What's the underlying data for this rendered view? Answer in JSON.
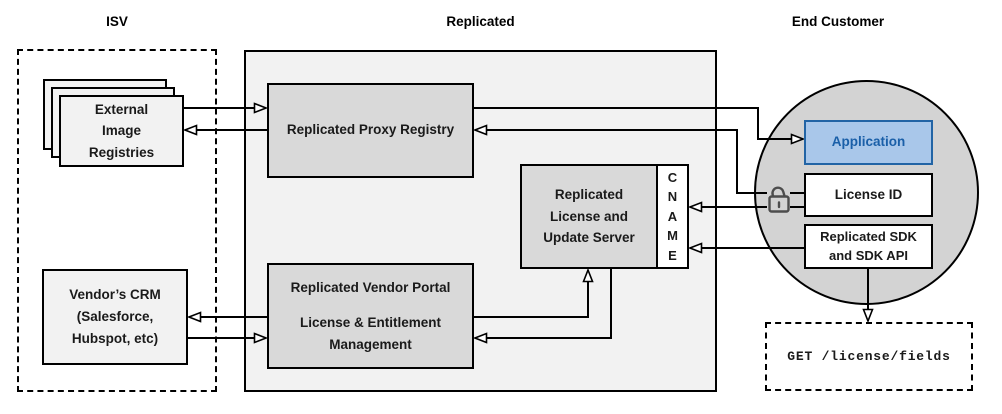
{
  "sections": {
    "isv": {
      "label": "ISV"
    },
    "replicated": {
      "label": "Replicated"
    },
    "end_customer": {
      "label": "End Customer"
    }
  },
  "nodes": {
    "external_registries": {
      "lines": [
        "External",
        "Image",
        "Registries"
      ]
    },
    "vendor_crm": {
      "lines": [
        "Vendor’s CRM",
        "(Salesforce,",
        "Hubspot, etc)"
      ]
    },
    "proxy_registry": {
      "label": "Replicated Proxy Registry"
    },
    "vendor_portal": {
      "title": "Replicated Vendor Portal",
      "subtitle_line1": "License & Entitlement",
      "subtitle_line2": "Management"
    },
    "license_server": {
      "lines": [
        "Replicated",
        "License and",
        "Update Server"
      ]
    },
    "cname": {
      "letters": [
        "C",
        "N",
        "A",
        "M",
        "E"
      ]
    },
    "application": {
      "label": "Application"
    },
    "license_id": {
      "label": "License ID"
    },
    "sdk": {
      "lines": [
        "Replicated SDK",
        "and SDK API"
      ]
    },
    "get_endpoint": {
      "label": "GET /license/fields"
    }
  },
  "icons": {
    "lock": "open-padlock-icon"
  },
  "colors": {
    "region_fill": "#f2f2f2",
    "inner_box_fill": "#d9d9d9",
    "circle_fill": "#d3d3d3",
    "application_fill": "#a9c7ea",
    "application_border": "#2264a5",
    "application_text": "#1a5fa8",
    "line": "#000000",
    "lock_icon": "#4d4d4d"
  }
}
